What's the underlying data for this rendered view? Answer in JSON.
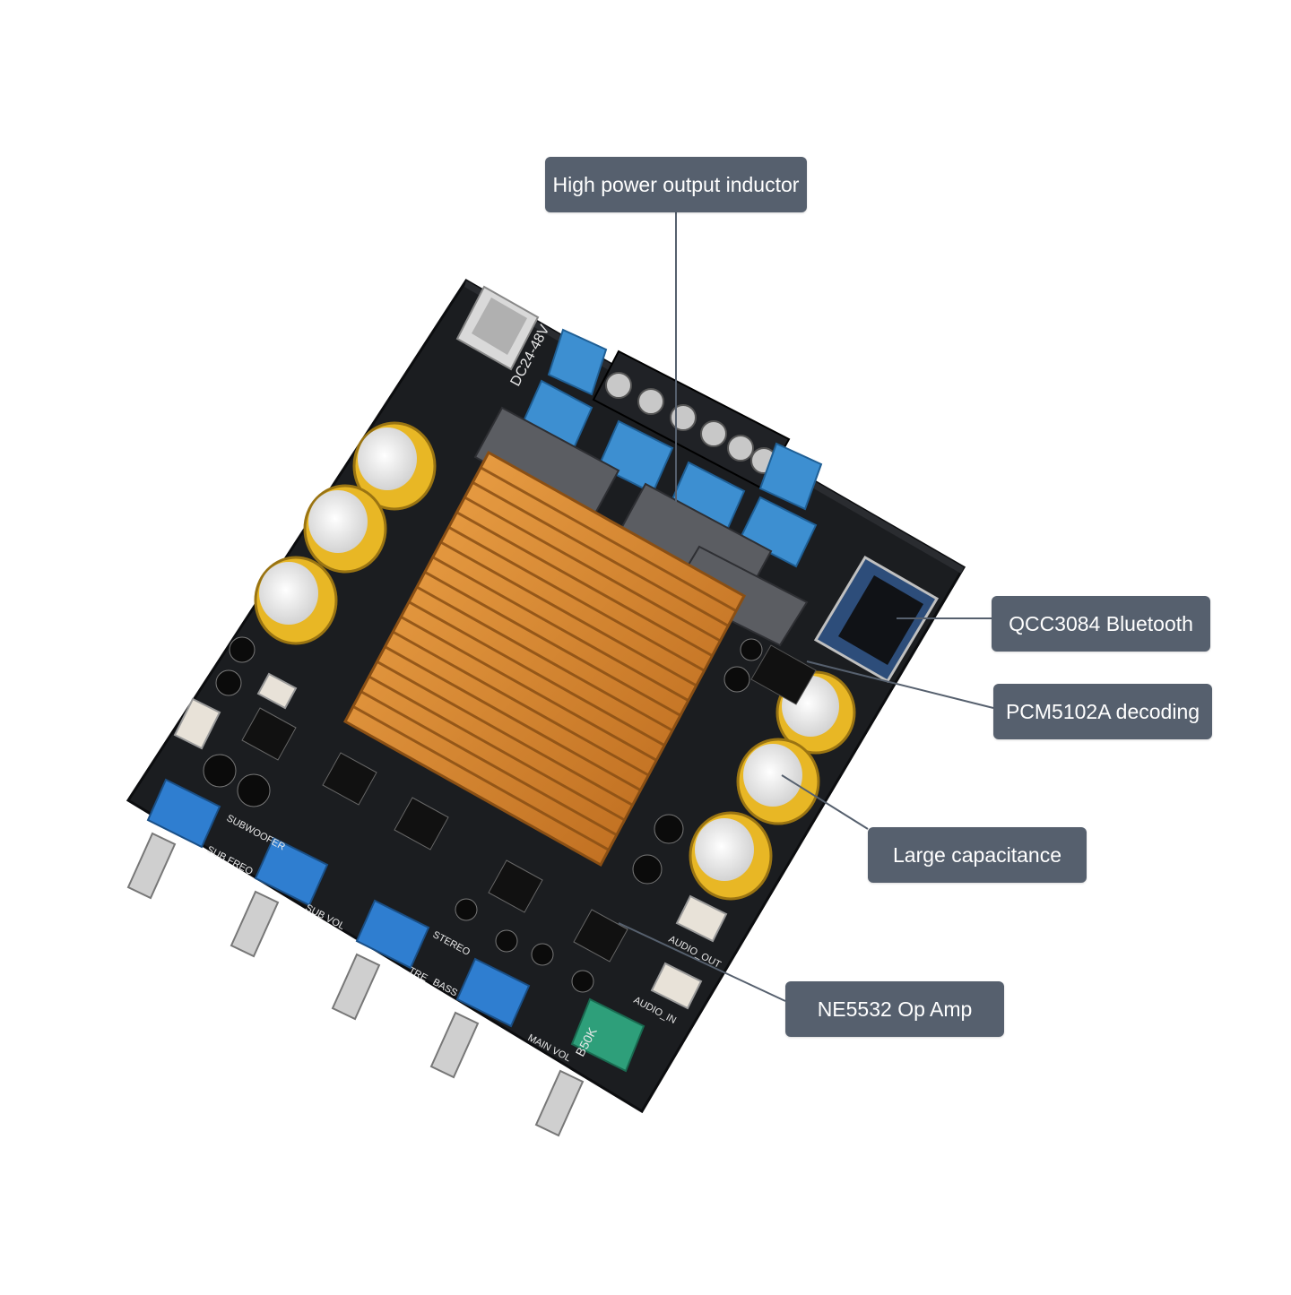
{
  "callouts": {
    "inductor": "High power output inductor",
    "bluetooth": "QCC3084 Bluetooth",
    "pcm": "PCM5102A decoding",
    "capacitance": "Large capacitance",
    "opamp": "NE5532 Op Amp"
  },
  "board": {
    "voltage_silk": "DC24-48V",
    "sub_woofer_silk": "SUBWOOFER",
    "sub_freq_silk": "SUB FREQ",
    "sub_vol_silk": "SUB VOL",
    "stereo_silk": "STEREO",
    "treble_silk": "TRE",
    "bass_silk": "BASS",
    "main_vol_silk": "MAIN VOL",
    "audio_out_silk": "AUDIO_OUT",
    "audio_in_silk": "AUDIO_IN",
    "pot_value": "B50K"
  },
  "colors": {
    "callout_bg": "#56606e",
    "pcb": "#1b1d20",
    "heatsink": "#d68a2c",
    "film_cap": "#3d8fd1",
    "electrolytic": "#e8b725"
  }
}
